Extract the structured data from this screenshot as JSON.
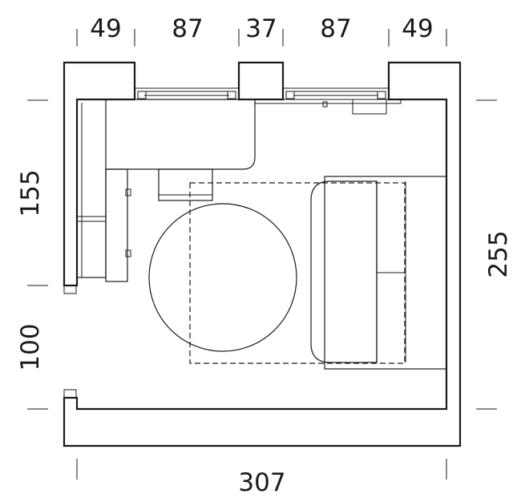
{
  "dimensions": {
    "top": [
      "49",
      "87",
      "37",
      "87",
      "49"
    ],
    "left_upper": "155",
    "left_lower": "100",
    "right": "255",
    "bottom": "307"
  }
}
